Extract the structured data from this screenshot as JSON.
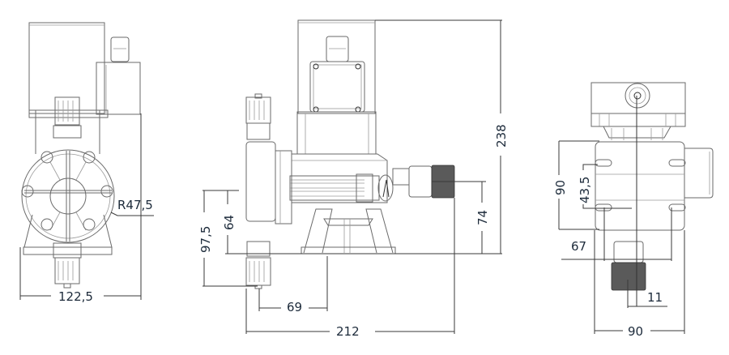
{
  "drawing": {
    "type": "technical dimension drawing",
    "subject": "diaphragm dosing pump",
    "units": "mm",
    "views": [
      {
        "id": "front",
        "dimensions": {
          "width": "122,5",
          "radius": "R47,5"
        }
      },
      {
        "id": "side",
        "dimensions": {
          "height_total": "238",
          "height_discharge": "74",
          "height_suction_outer": "97,5",
          "height_suction_inner": "64",
          "length_foot": "69",
          "length_total": "212"
        }
      },
      {
        "id": "top",
        "dimensions": {
          "base_depth": "90",
          "hole_spacing_depth": "43,5",
          "hole_spacing_width": "67",
          "outlet_offset": "11",
          "base_width": "90"
        }
      }
    ]
  },
  "colors": {
    "line": "#6a6a6a",
    "dimension": "#3a3a3a",
    "label": "#1c2a3a",
    "knob": "#5a5a5a"
  }
}
